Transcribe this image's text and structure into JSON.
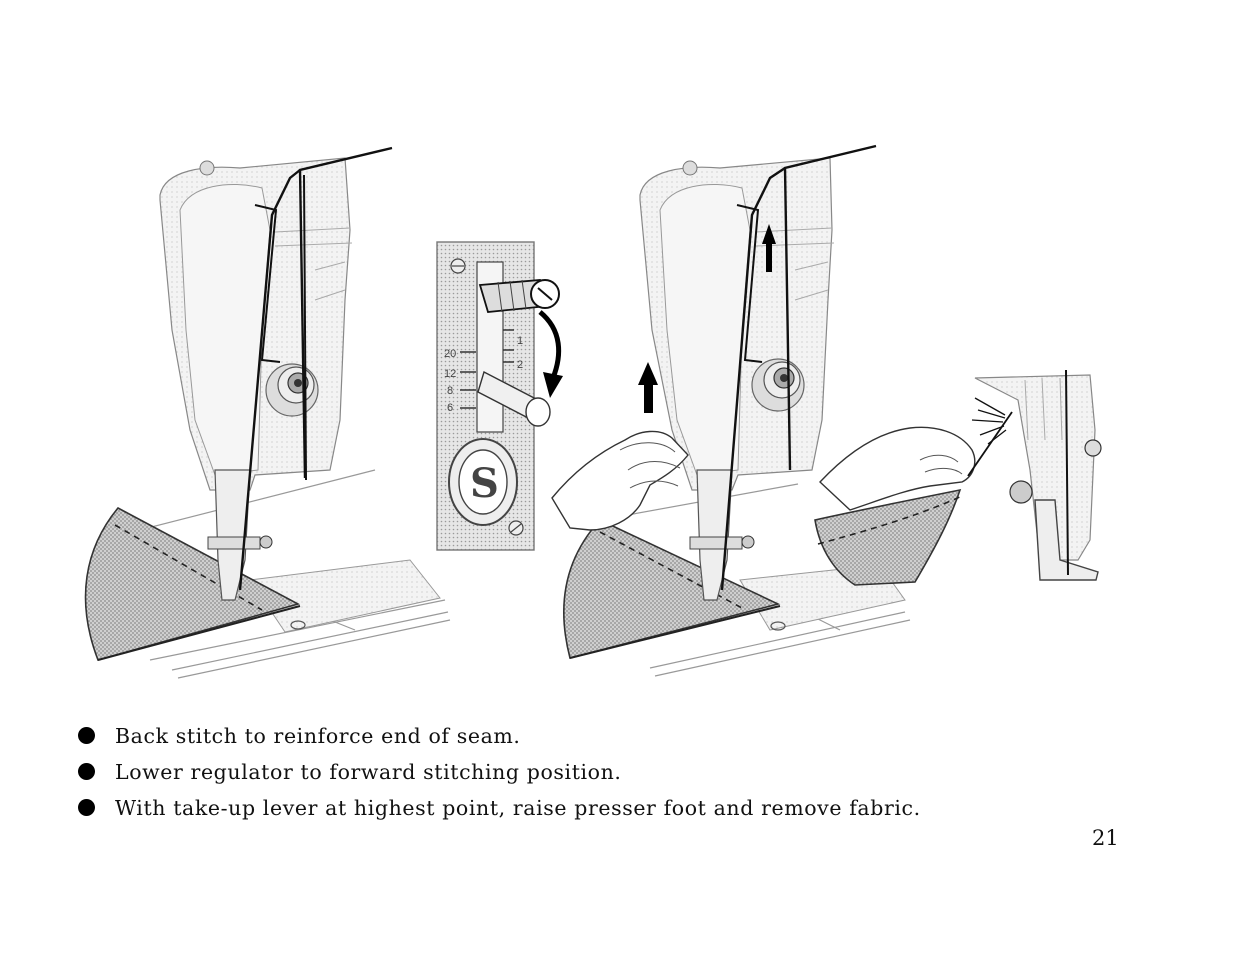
{
  "instructions": [
    "Back stitch to reinforce end of seam.",
    "Lower regulator to forward stitching position.",
    "With take-up lever at highest point, raise presser foot and remove fabric."
  ],
  "stitch_regulator": {
    "scale_labels_left": [
      "20",
      "12",
      "8",
      "6"
    ],
    "scale_labels_right": [
      "1",
      "2"
    ],
    "emblem_letter": "S"
  },
  "page_number": "21"
}
